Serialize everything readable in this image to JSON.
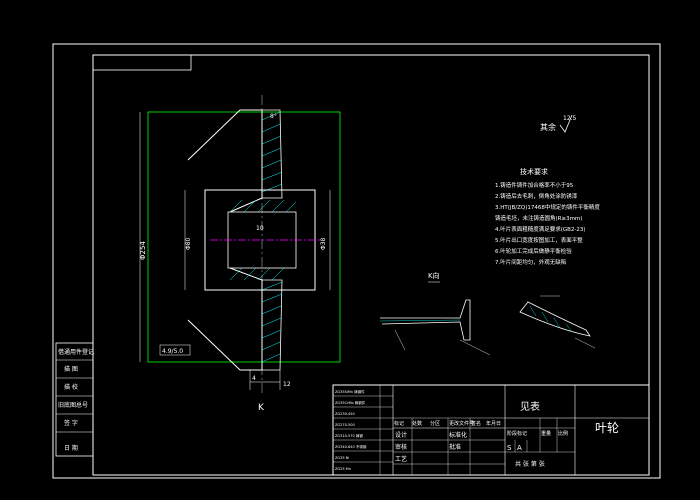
{
  "colors": {
    "background": "#000000",
    "frame": "#ffffff",
    "outline": "#00ff00",
    "dimension": "#ffffff",
    "hatch": "#00ffff",
    "centerline": "#ff00ff",
    "text": "#ffffff",
    "accent": "#ffff00"
  },
  "roughness": {
    "label": "其余",
    "value": "12.5"
  },
  "tech_requirements": {
    "title": "技术要求",
    "lines": [
      "1.铸造件铸件加合格率不小于95",
      "2.铸造后去毛刺，倒角处涂防锈漆",
      "3.HT(JB/ZQ)17468中规定的铸件平衡精度",
      "  铸造毛坯，未注铸造圆角(R≥3mm)",
      "4.叶片表面粗糙度满足要求(GB2-23)",
      "5.叶片出口宽度按图加工，表面平整",
      "6.叶轮加工完成后做静平衡检验",
      "7.叶片间距均匀，外观无缺陷"
    ]
  },
  "views": {
    "section_label": "K",
    "detail_label": "K向",
    "rotation_note": "8°"
  },
  "dimensions": {
    "outer_diameter": "Φ254",
    "hub_diameter": "Φ80",
    "bore": "Φ38",
    "keyway": "10",
    "width": "12",
    "bottom": "4",
    "note": "4.9/5.0"
  },
  "side_stamp": {
    "rows": [
      "借通用件登记",
      "描 图",
      "描 校",
      "旧底图总号",
      "签 字",
      "日 期"
    ]
  },
  "title_block": {
    "part_name": "叶轮",
    "material": "见表",
    "header_cols": [
      "标记",
      "处数",
      "分区",
      "更改文件号",
      "签名",
      "年月日"
    ],
    "roles": [
      "设计",
      "审核",
      "工艺"
    ],
    "std_label": "标准化",
    "approve_label": "批准",
    "stage_label": "阶段标记",
    "weight_label": "重量",
    "scale_label": "比例",
    "stage_value": "S",
    "scale_value": "A",
    "sheet_label": "共 张 第 张",
    "revision_rows": [
      "ZG35SiMn 铸钢件",
      "ZG35CrMo 铸钢件",
      "ZG230-450",
      "ZG270-500",
      "ZG310-570 铸钢",
      "ZG340-640 不锈钢",
      "ZG35 Ni",
      "ZG25 Mn"
    ]
  }
}
